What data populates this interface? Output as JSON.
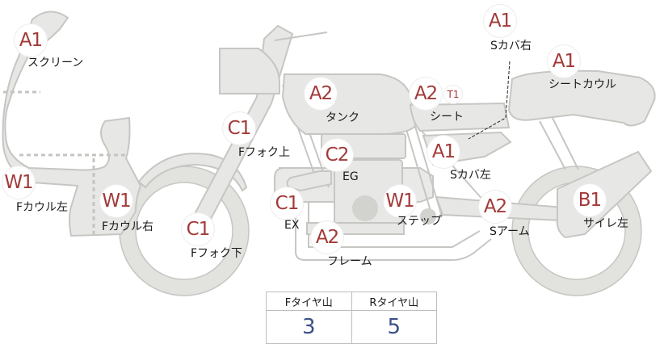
{
  "parts": [
    {
      "id": "screen",
      "code": "A1",
      "label": "スクリーン"
    },
    {
      "id": "tank",
      "code": "A2",
      "label": "タンク"
    },
    {
      "id": "seat",
      "code": "A2",
      "sub": "T1",
      "label": "シート"
    },
    {
      "id": "side-cover-right",
      "code": "A1",
      "label": "Sカバ右"
    },
    {
      "id": "seat-cowl",
      "code": "A1",
      "label": "シートカウル"
    },
    {
      "id": "fork-upper",
      "code": "C1",
      "label": "Fフォク上"
    },
    {
      "id": "engine",
      "code": "C2",
      "label": "EG"
    },
    {
      "id": "side-cover-left",
      "code": "A1",
      "label": "Sカバ左"
    },
    {
      "id": "cowl-left",
      "code": "W1",
      "label": "Fカウル左"
    },
    {
      "id": "cowl-right",
      "code": "W1",
      "label": "Fカウル右"
    },
    {
      "id": "exhaust",
      "code": "C1",
      "label": "EX"
    },
    {
      "id": "step",
      "code": "W1",
      "label": "ステップ"
    },
    {
      "id": "swing-arm",
      "code": "A2",
      "label": "Sアーム"
    },
    {
      "id": "muffler-left",
      "code": "B1",
      "label": "サイレ左"
    },
    {
      "id": "fork-lower",
      "code": "C1",
      "label": "Fフォク下"
    },
    {
      "id": "frame",
      "code": "A2",
      "label": "フレーム"
    }
  ],
  "tread_table": {
    "front_header": "Fタイヤ山",
    "rear_header": "Rタイヤ山",
    "front_value": "3",
    "rear_value": "5"
  },
  "colors": {
    "badge_text": "#a23a38",
    "value_text": "#3a5088",
    "part_fill": "#e7e7e5"
  }
}
